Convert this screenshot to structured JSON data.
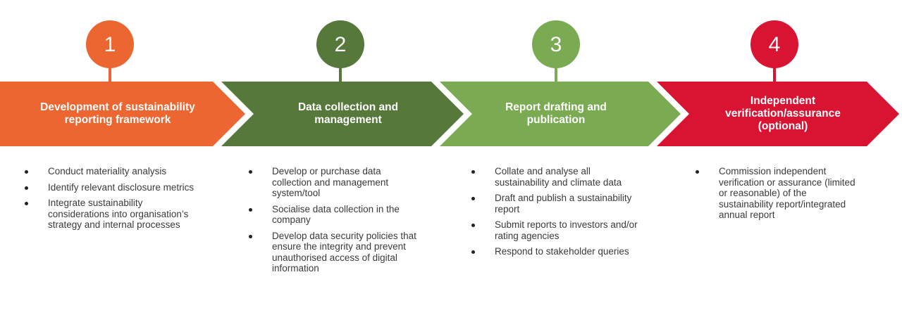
{
  "colors": {
    "stage1": "#ec6631",
    "stage2": "#56783a",
    "stage3": "#7aaa52",
    "stage4": "#d91332"
  },
  "stages": [
    {
      "number": "1",
      "title": "Development of sustainability reporting framework",
      "bullets": [
        "Conduct materiality analysis",
        "Identify relevant disclosure metrics",
        "Integrate sustainability considerations into organisation’s strategy and internal processes"
      ]
    },
    {
      "number": "2",
      "title": "Data collection and management",
      "bullets": [
        "Develop or purchase data collection and management system/tool",
        "Socialise data collection in the company",
        "Develop data security policies that ensure the integrity and prevent unauthorised access of digital information"
      ]
    },
    {
      "number": "3",
      "title": "Report drafting and publication",
      "bullets": [
        "Collate and analyse all sustainability and climate data",
        "Draft and publish a sustainability report",
        "Submit reports to investors and/or rating agencies",
        "Respond to stakeholder queries"
      ]
    },
    {
      "number": "4",
      "title": "Independent verification/assurance (optional)",
      "bullets": [
        "Commission independent verification or assurance (limited or reasonable) of the sustainability report/integrated annual report"
      ]
    }
  ]
}
